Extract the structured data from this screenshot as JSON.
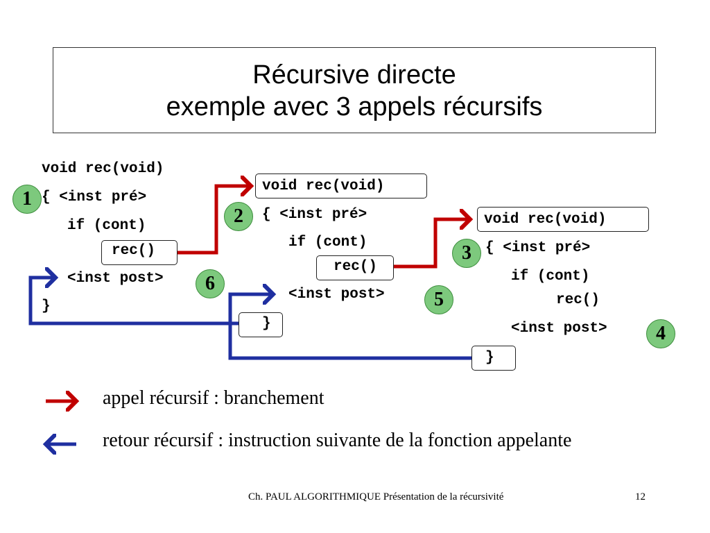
{
  "title": {
    "line1": "Récursive directe",
    "line2": "exemple avec 3 appels récursifs"
  },
  "code_blocks": [
    {
      "header": "void rec(void)",
      "open": "{ <inst pré>",
      "cond": "if (cont)",
      "call": "rec()",
      "post": "<inst post>",
      "close": "}"
    },
    {
      "header": "void rec(void)",
      "open": "{ <inst pré>",
      "cond": "if (cont)",
      "call": "rec()",
      "post": "<inst post>",
      "close": "}"
    },
    {
      "header": "void rec(void)",
      "open": "{ <inst pré>",
      "cond": "if (cont)",
      "call": "rec()",
      "post": "<inst post>",
      "close": "}"
    }
  ],
  "step_markers": [
    "1",
    "2",
    "3",
    "4",
    "5",
    "6"
  ],
  "legend": {
    "call_label": "appel récursif : branchement",
    "return_label": "retour récursif : instruction suivante de la fonction appelante"
  },
  "colors": {
    "call_arrow": "#c00000",
    "return_arrow": "#1f2fa0",
    "marker_fill": "#7dc97d"
  },
  "footer": {
    "text": "Ch. PAUL ALGORITHMIQUE Présentation de la récursivité",
    "page_number": "12"
  }
}
